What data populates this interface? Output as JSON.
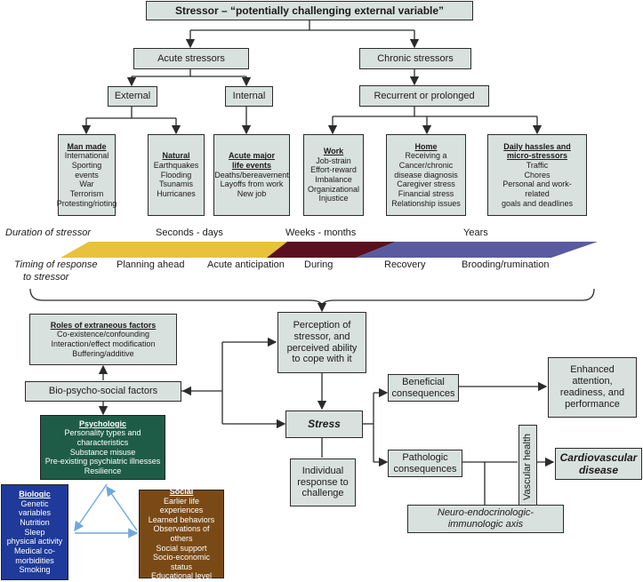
{
  "stressor": "Stressor – “potentially challenging external variable”",
  "acute": "Acute stressors",
  "chronic": "Chronic stressors",
  "external": "External",
  "internal": "Internal",
  "recurrent": "Recurrent or prolonged",
  "man_made": {
    "title": "Man made",
    "items": [
      "International",
      "Sporting events",
      "War",
      "Terrorism",
      "Protesting/rioting"
    ]
  },
  "natural": {
    "title": "Natural",
    "items": [
      "Earthquakes",
      "Flooding",
      "Tsunamis",
      "Hurricanes"
    ]
  },
  "acute_major": {
    "title1": "Acute major",
    "title2": "life events",
    "items": [
      "Deaths/bereavement",
      "Layoffs from work",
      "New job"
    ]
  },
  "work": {
    "title": "Work",
    "items": [
      "Job-strain",
      "Effort-reward",
      "Imbalance",
      "Organizational",
      "Injustice"
    ]
  },
  "home": {
    "title": "Home",
    "items": [
      "Receiving a",
      "Cancer/chronic",
      "disease diagnosis",
      "Caregiver stress",
      "Financial stress",
      "Relationship issues"
    ]
  },
  "daily": {
    "title1": "Daily hassles and",
    "title2": "micro-stressors",
    "items": [
      "Traffic",
      "Chores",
      "Personal and work-related",
      "goals and deadlines"
    ]
  },
  "duration": {
    "label": "Duration of stressor",
    "seconds": "Seconds - days",
    "weeks": "Weeks - months",
    "years": "Years"
  },
  "timing": {
    "label1": "Timing of response",
    "label2": "to stressor",
    "planning": "Planning ahead",
    "anticipation": "Acute anticipation",
    "during": "During",
    "recovery": "Recovery",
    "brooding": "Brooding/rumination"
  },
  "extraneous": {
    "title": "Roles of extraneous factors",
    "items": [
      "Co-existence/confounding",
      "Interaction/effect modification",
      "Buffering/additive"
    ]
  },
  "biopsycho": "Bio-psycho-social factors",
  "perception": [
    "Perception of",
    "stressor, and",
    "perceived ability",
    "to cope with it"
  ],
  "stress": "Stress",
  "individual": [
    "Individual",
    "response to",
    "challenge"
  ],
  "beneficial": [
    "Beneficial",
    "consequences"
  ],
  "enhanced": [
    "Enhanced",
    "attention,",
    "readiness, and",
    "performance"
  ],
  "pathologic": [
    "Pathologic",
    "consequences"
  ],
  "vascular": "Vascular health",
  "cvd": [
    "Cardiovascular",
    "disease"
  ],
  "neuro": [
    "Neuro-endocrinologic-",
    "immunologic axis"
  ],
  "psychologic": {
    "title": "Psychologic",
    "items": [
      "Personality types and characteristics",
      "Substance misuse",
      "Pre-existing psychiatric illnesses",
      "Resilience"
    ]
  },
  "biologic": {
    "title": "Biologic",
    "items": [
      "Genetic variables",
      "Nutrition",
      "Sleep",
      "physical activity",
      "Medical co-",
      "morbidities",
      "Smoking"
    ]
  },
  "social": {
    "title": "Social",
    "items": [
      "Earlier life experiences",
      "Learned behaviors",
      "Observations of others",
      "Social support",
      "Socio-economic status",
      "Educational level"
    ]
  },
  "colors": {
    "box": "#d9e1de",
    "psych": "#1f5c48",
    "bio": "#1f3a9a",
    "social": "#7a4a16",
    "yellow": "#e8c23a",
    "maroon": "#5a1020",
    "purple": "#5a5aa0"
  }
}
